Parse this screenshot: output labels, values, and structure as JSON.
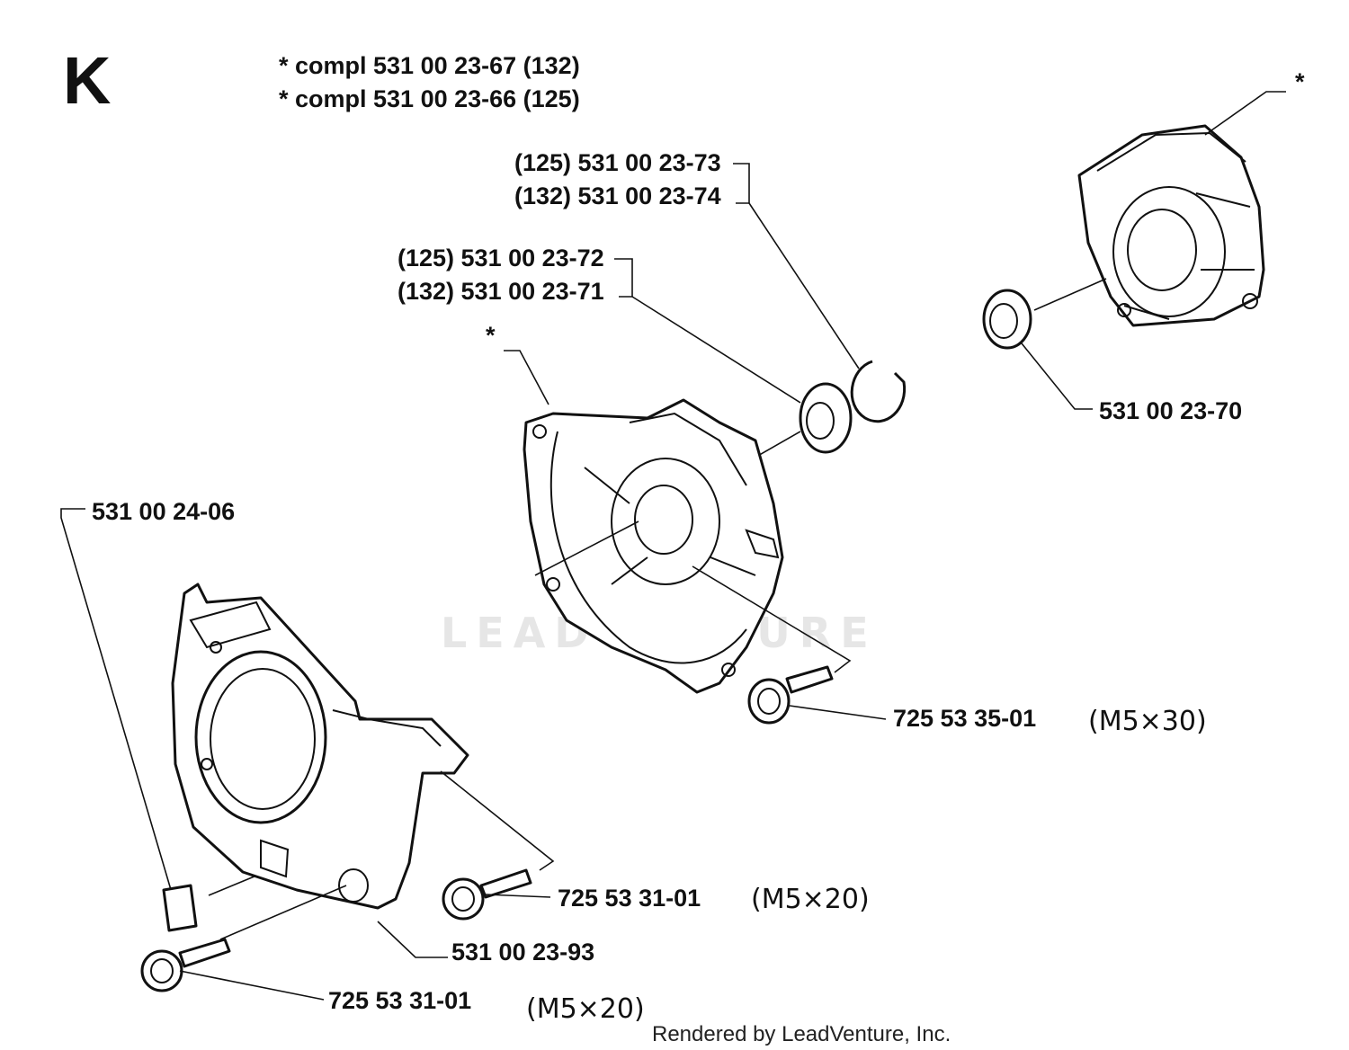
{
  "section_letter": "K",
  "header_notes": [
    "*  compl 531 00 23-67 (132)",
    "*  compl 531 00 23-66 (125)"
  ],
  "parts": {
    "bearing_large": [
      "(125) 531 00 23-73",
      "(132) 531 00 23-74"
    ],
    "bearing_small": [
      "(125) 531 00 23-72",
      "(132) 531 00 23-71"
    ],
    "bearing_right": "531 00 23-70",
    "fan_half_marker": "*",
    "right_half_marker": "*",
    "clip": "531 00 24-06",
    "screw_m5x30": {
      "number": "725 53 35-01",
      "size": "(M5×30)"
    },
    "screw_m5x20_upper": {
      "number": "725 53 31-01",
      "size": "(M5×20)"
    },
    "cover": "531 00 23-93",
    "screw_m5x20_lower": {
      "number": "725 53 31-01",
      "size": "(M5×20)"
    }
  },
  "watermark": "LEADVENTURE",
  "footer": "Rendered by LeadVenture, Inc."
}
